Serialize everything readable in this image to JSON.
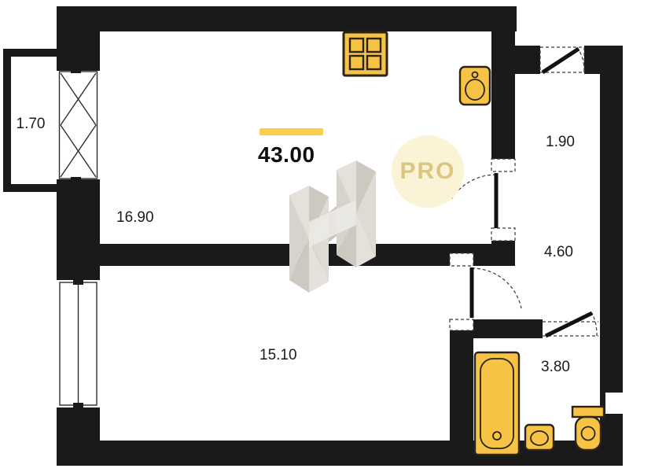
{
  "plan": {
    "total_area": "43.00",
    "watermark_badge": "PRO",
    "rooms": {
      "living_room": {
        "area": "16.90"
      },
      "bedroom": {
        "area": "15.10"
      },
      "balcony": {
        "area": "1.70"
      },
      "entry_hall": {
        "area": "1.90"
      },
      "corridor": {
        "area": "4.60"
      },
      "bathroom": {
        "area": "3.80"
      }
    },
    "colors": {
      "wall": "#1a1a1a",
      "fixture_fill": "#f6c344",
      "fixture_outline": "#2b2417",
      "accent_line": "#f9ce4b",
      "watermark_badge_bg": "#faf3d6",
      "watermark_badge_text": "#d9c781",
      "logo_gray_light": "#e4e1db",
      "logo_gray_dark": "#cdc9c1"
    }
  }
}
